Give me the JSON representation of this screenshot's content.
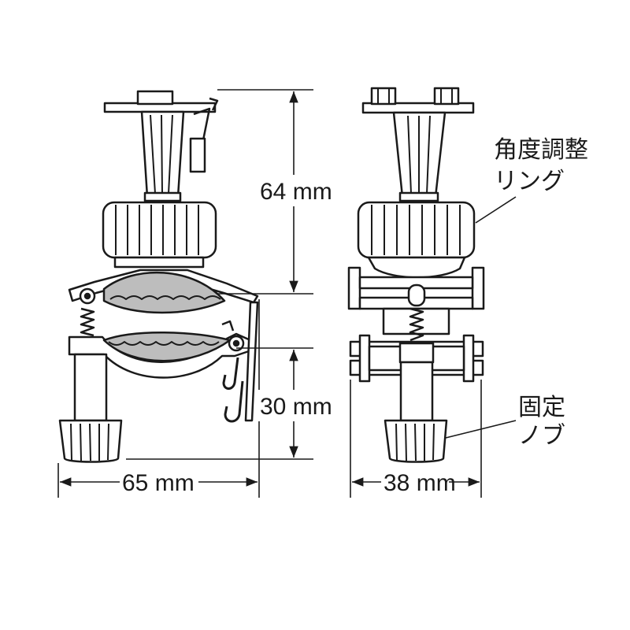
{
  "dimensions": {
    "height_upper": "64 mm",
    "height_lower": "30 mm",
    "width_front": "65 mm",
    "width_side": "38 mm"
  },
  "labels": {
    "angle_ring_line1": "角度調整",
    "angle_ring_line2": "リング",
    "fix_knob_line1": "固定",
    "fix_knob_line2": "ノブ"
  },
  "colors": {
    "line": "#1a1a1a",
    "part_fill": "#ffffff",
    "pad_fill": "#bdbdbd"
  }
}
